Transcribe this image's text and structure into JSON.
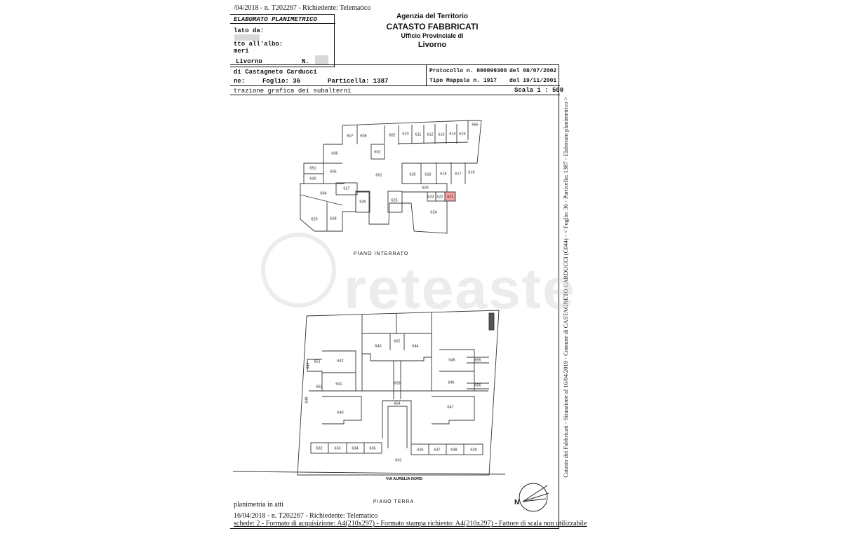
{
  "header": {
    "request_line": "/04/2018 - n. T202267 - Richiedente: Telematico",
    "elaborato_title": "ELABORATO PLANIMETRICO",
    "compiled_by_label": "lato da:",
    "registered_label": "tto all'albo:",
    "registered_value": "meri",
    "province": "Livorno",
    "number_label": "N."
  },
  "agency": {
    "line1": "Agenzia del Territorio",
    "line2": "CATASTO FABBRICATI",
    "line3": "Ufficio Provinciale di",
    "line4": "Livorno"
  },
  "info": {
    "comune": "di Castagneto Carducci",
    "sezione_label": "ne:",
    "foglio": "Foglio: 36",
    "particella": "Particella: 1387",
    "protocollo": "Protocollo n. 000099300",
    "protocollo_date": "del 08/07/2002",
    "tipo_mappale": "Tipo Mappale n. 1917",
    "tipo_mappale_date": "del 19/11/2001",
    "section_title": "trazione grafica dei subalterni",
    "scale": "Scala 1 : 500"
  },
  "side_text": "Catasto dei Fabbricati - Situazione al 16/04/2018 - Comune di CASTAGNETO CARDUCCI (C044) - < Foglio: 36 - Particella: 1387 - Elaborato planimetrico >",
  "watermark": "reteaste",
  "basement": {
    "title": "PIANO INTERRATO",
    "highlight_color": "#f4a0a0",
    "rooms": [
      "607",
      "608",
      "602",
      "610",
      "611",
      "612",
      "613",
      "614",
      "615",
      "665",
      "602",
      "606",
      "651",
      "630",
      "605",
      "601",
      "620",
      "619",
      "618",
      "617",
      "616",
      "603",
      "627",
      "604",
      "626",
      "625",
      "623",
      "622",
      "621",
      "624",
      "629",
      "628"
    ]
  },
  "ground": {
    "title": "PIANO TERRA",
    "street": "VIA AURELIA NORD",
    "rooms": [
      "643",
      "602",
      "644",
      "642",
      "651",
      "645",
      "655",
      "649",
      "641",
      "653",
      "646",
      "656",
      "652",
      "648",
      "640",
      "654",
      "647",
      "632",
      "633",
      "634",
      "635",
      "636",
      "637",
      "638",
      "639",
      "601"
    ]
  },
  "compass_label": "N",
  "footer": {
    "note": "planimetria in atti",
    "request_line": "16/04/2018 - n. T202267 - Richiedente: Telematico",
    "format_line": "schede: 2 - Formato di acquisizione: A4(210x297)  - Formato stampa richiesto: A4(210x297) - Fattore di scala non utilizzabile"
  }
}
